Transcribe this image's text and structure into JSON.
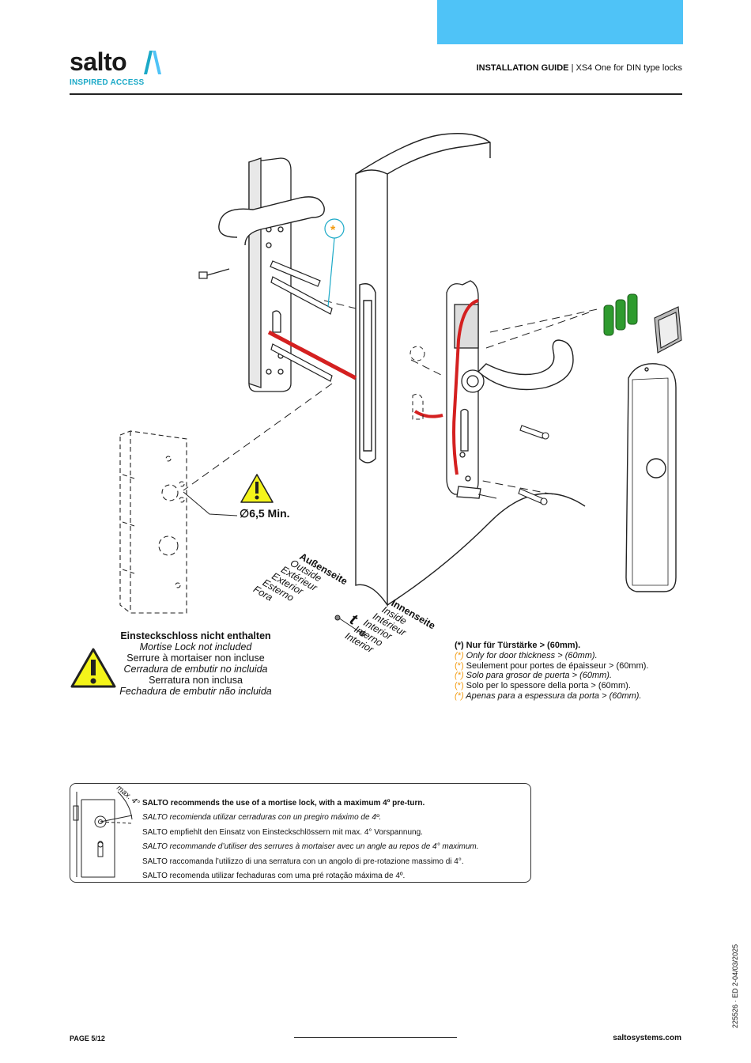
{
  "header": {
    "logo_word": "salto",
    "logo_tagline": "INSPIRED ACCESS",
    "guide_title": "INSTALLATION GUIDE",
    "guide_separator": " | ",
    "guide_subtitle": "XS4 One for DIN type locks",
    "accent_color": "#4fc3f7",
    "brand_color": "#1ba9c7"
  },
  "diagram": {
    "asterisk_marker": "*",
    "diameter_label": "∅6,5 Min.",
    "thickness_label": "t",
    "outside_labels": [
      "Außenseite",
      "Outside",
      "Extérieur",
      "Exterior",
      "Esterno",
      "Fora"
    ],
    "inside_labels": [
      "Innenseite",
      "Inside",
      "Intérieur",
      "Interior",
      "Interno",
      "Interior"
    ]
  },
  "mortise_warning": {
    "title": "Einsteckschloss nicht enthalten",
    "lines": [
      "Mortise Lock not included",
      "Serrure à mortaiser non incluse",
      "Cerradura de embutir no incluida",
      "Serratura non inclusa",
      "Fechadura de embutir não incluida"
    ]
  },
  "thickness_note": {
    "title": "(*) Nur für Türstärke > (60mm).",
    "lines": [
      {
        "marker": "(*)",
        "text": " Only for door thickness > (60mm)."
      },
      {
        "marker": "(*)",
        "text": " Seulement pour portes de épaisseur > (60mm)."
      },
      {
        "marker": "(*)",
        "text": " Solo para grosor de puerta > (60mm)."
      },
      {
        "marker": "(*)",
        "text": " Solo per lo spessore della porta > (60mm)."
      },
      {
        "marker": "(*)",
        "text": " Apenas para a espessura da porta > (60mm)."
      }
    ]
  },
  "pre_turn_box": {
    "angle_label": "max. 4°",
    "lines": [
      "SALTO recommends the use of a mortise lock, with a maximum 4º pre-turn.",
      "SALTO recomienda utilizar cerraduras con un  pregiro máximo de 4º.",
      "SALTO empfiehlt den Einsatz von Einsteckschlössern mit max. 4° Vorspannung.",
      "SALTO recommande d’utiliser des serrures à mortaiser avec un angle au repos de 4° maximum.",
      "SALTO raccomanda l’utilizzo di una serratura con un angolo di pre-rotazione massimo di 4°.",
      "SALTO recomenda utilizar fechaduras com uma pré rotação máxima de 4º."
    ]
  },
  "footer": {
    "page": "PAGE 5/12",
    "website": "saltosystems.com",
    "doc_code": "225526 · ED 2-04/03/2025"
  }
}
